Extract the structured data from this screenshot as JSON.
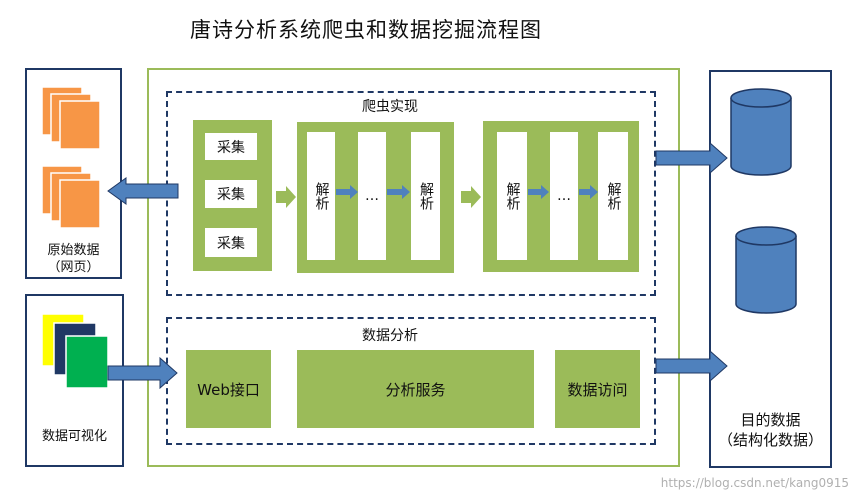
{
  "title": "唐诗分析系统爬虫和数据挖掘流程图",
  "crawler": {
    "label": "爬虫实现",
    "collect_items": [
      "采集",
      "采集",
      "采集"
    ],
    "group1": {
      "left": "解析",
      "middle": "…",
      "right": "解析"
    },
    "group2": {
      "left": "解析",
      "middle": "…",
      "right": "解析"
    }
  },
  "analysis": {
    "label": "数据分析",
    "web_interface": "Web接口",
    "service": "分析服务",
    "access": "数据访问"
  },
  "left_top": {
    "caption_line1": "原始数据",
    "caption_line2": "（网页）"
  },
  "left_bottom": {
    "caption": "数据可视化"
  },
  "right": {
    "caption_line1": "目的数据",
    "caption_line2": "（结构化数据）"
  },
  "watermark": "https://blog.csdn.net/kang0915",
  "colors": {
    "green": "#9bbb59",
    "navy": "#1f3864",
    "arrow_blue": "#4f81bd",
    "orange": "#f79646",
    "cylinder_blue": "#4f81bd"
  }
}
